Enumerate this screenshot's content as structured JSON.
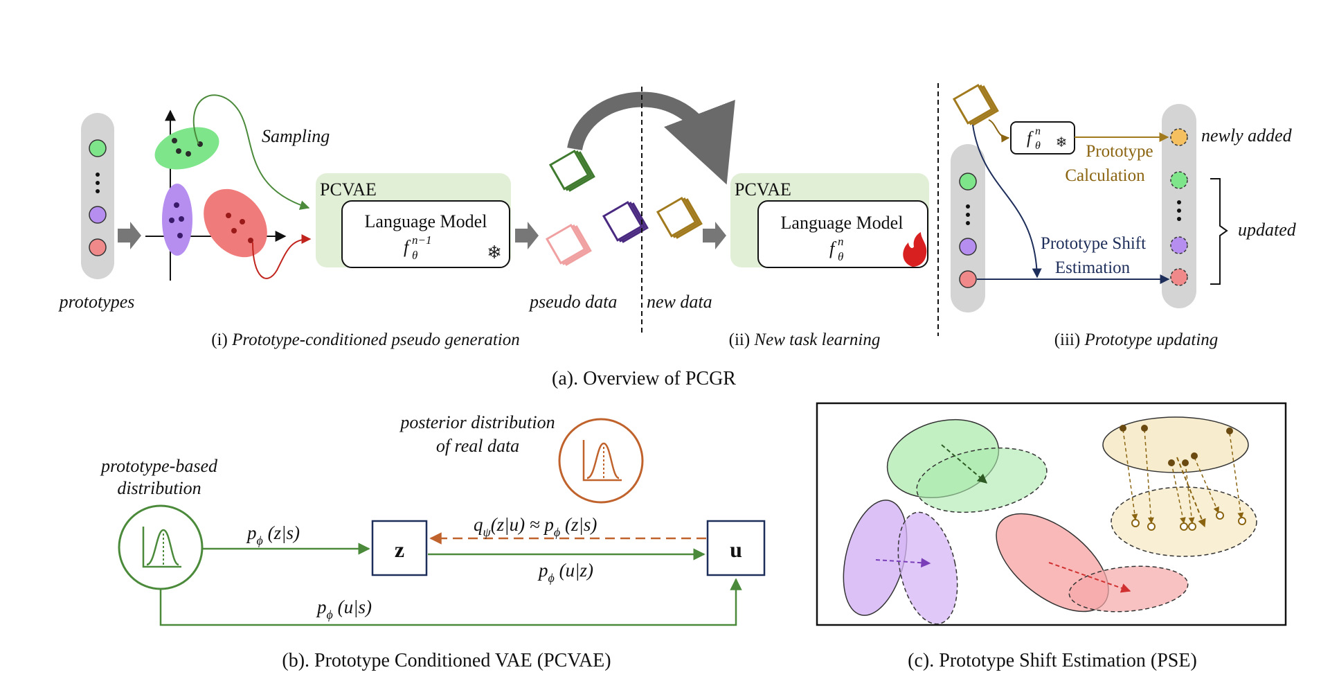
{
  "overview": {
    "prototypes_label": "prototypes",
    "sampling_label": "Sampling",
    "pcvae_label_1": "PCVAE",
    "lm_label_1": "Language Model",
    "lm_func_1_base": "f",
    "lm_func_1_sub": "θ",
    "lm_func_1_sup": "n−1",
    "pseudo_data_label": "pseudo data",
    "new_data_label": "new data",
    "pcvae_label_2": "PCVAE",
    "lm_label_2": "Language Model",
    "lm_func_2_base": "f",
    "lm_func_2_sub": "θ",
    "lm_func_2_sup": "n",
    "small_func_base": "f",
    "small_func_sub": "θ",
    "small_func_sup": "n",
    "newly_added_label": "newly added",
    "prototype_calc_line1": "Prototype",
    "prototype_calc_line2": "Calculation",
    "updated_label": "updated",
    "shift_line1": "Prototype Shift",
    "shift_line2": "Estimation",
    "caption_i_prefix": "(i) ",
    "caption_i": "Prototype-conditioned pseudo generation",
    "caption_ii_prefix": "(ii) ",
    "caption_ii": "New task learning",
    "caption_iii_prefix": "(iii) ",
    "caption_iii": "Prototype updating",
    "caption_a": "(a). Overview of PCGR"
  },
  "pcvae": {
    "prior_label_1": "prototype-based",
    "prior_label_2": "distribution",
    "posterior_label_1": "posterior distribution",
    "posterior_label_2": "of real data",
    "p_z_s": "p",
    "p_z_s_sub": "ϕ",
    "p_z_s_arg": " (z|s)",
    "q_label": "q",
    "q_sub": "ψ",
    "q_arg": "(z|u) ≈ ",
    "q_rhs": "p",
    "q_rhs_sub": "ϕ",
    "q_rhs_arg": " (z|s)",
    "p_u_z": "p",
    "p_u_z_sub": "ϕ",
    "p_u_z_arg": " (u|z)",
    "p_u_s": "p",
    "p_u_s_sub": "ϕ",
    "p_u_s_arg": " (u|s)",
    "z_node": "z",
    "u_node": "u",
    "caption_b": "(b). Prototype Conditioned VAE (PCVAE)"
  },
  "pse": {
    "caption_c": "(c). Prototype Shift Estimation (PSE)"
  },
  "colors": {
    "green": "#4a8a3a",
    "green_fill": "#7ee58a",
    "purple": "#a77be6",
    "red": "#ee7b7b",
    "gold": "#a27a1e",
    "navy": "#1e2e5a",
    "orange": "#c0622c",
    "pcvae_bg": "#e2efd7",
    "gray_bar": "#d4d4d4"
  }
}
